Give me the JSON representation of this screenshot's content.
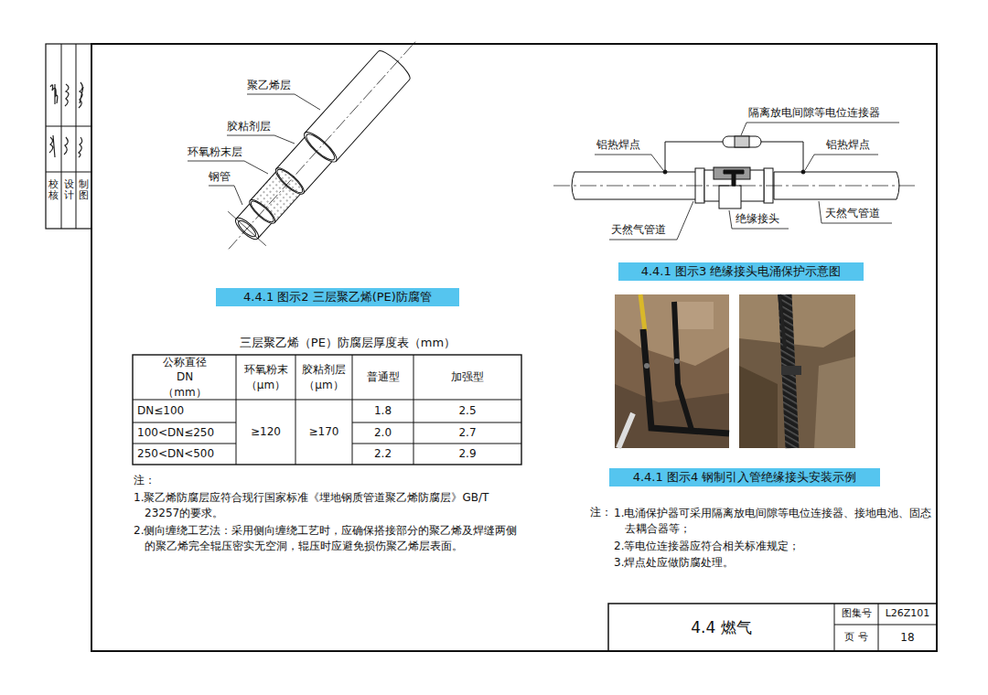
{
  "diagram": {
    "title": "4.4 燃气",
    "nodes": [
      {
        "text": [
          "4.4.1 图示2 三层聚乙烯(PE)防腐管"
        ]
      },
      {
        "text": [
          "4.4.1 图示3 绝缘接头电涌保护示意图"
        ]
      },
      {
        "text": [
          "4.4.1 图示4 钢制引入管绝缘接头安装示例"
        ]
      }
    ],
    "labels": [
      "校核",
      "设计",
      "制图",
      "聚乙烯层",
      "胶粘剂层",
      "环氧粉末层",
      "钢管",
      "三层聚乙烯（PE）防腐层厚度表（mm）",
      "公称直径 DN（mm）",
      "环氧粉末 （μm）",
      "胶粘剂层 （μm）",
      "普通型",
      "加强型",
      "DN≤100",
      "1.8",
      "2.5",
      "100<DN≤250",
      "≥120",
      "≥170",
      "2.0",
      "2.7",
      "250<DN<500",
      "2.2",
      "2.9",
      "注：",
      "1.聚乙烯防腐层应符合现行国家标准《埋地钢质管道聚乙烯防腐层》GB/T 23257的要求。",
      "2.侧向缠绕工艺法：采用侧向缠绕工艺时，应确保搭接部分的聚乙烯及焊缝两侧的聚乙烯完全辊压密实无空洞，辊压时应避免损伤聚乙烯层表面。",
      "隔离放电间隙等电位连接器",
      "铝热焊点",
      "铝热焊点",
      "天然气管道",
      "绝缘接头",
      "天然气管道",
      "注：",
      "1.电涌保护器可采用隔离放电间隙等电位连接器、接地电池、固态去耦合器等；",
      "2.等电位连接器应符合相关标准规定；",
      "3.焊点处应做防腐处理。",
      "图集号",
      "L26Z101",
      "页 号",
      "18"
    ]
  }
}
